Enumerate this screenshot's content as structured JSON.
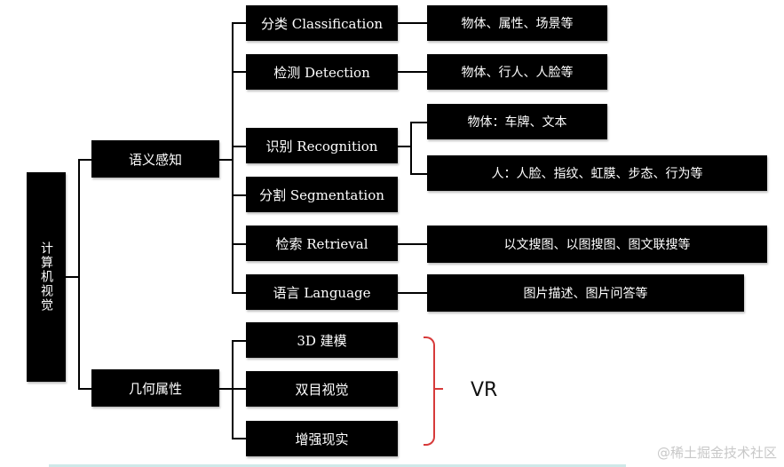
{
  "root": "计算机视觉",
  "branches": {
    "semantic": "语义感知",
    "geometric": "几何属性"
  },
  "semantic_tasks": {
    "classification": "分类 Classification",
    "detection": "检测 Detection",
    "recognition": "识别 Recognition",
    "segmentation": "分割 Segmentation",
    "retrieval": "检索 Retrieval",
    "language": "语言 Language"
  },
  "task_details": {
    "classification": "物体、属性、场景等",
    "detection": "物体、行人、人脸等",
    "recognition_objects": "物体：车牌、文本",
    "recognition_people": "人：人脸、指纹、虹膜、步态、行为等",
    "retrieval": "以文搜图、以图搜图、图文联搜等",
    "language": "图片描述、图片问答等"
  },
  "geometric_tasks": {
    "modeling": "3D 建模",
    "stereo": "双目视觉",
    "ar": "增强现实"
  },
  "vr_label": "VR",
  "watermark": "@稀土掘金技术社区",
  "colors": {
    "box": "#000000",
    "text": "#ffffff",
    "bracket": "#d73a3a"
  }
}
